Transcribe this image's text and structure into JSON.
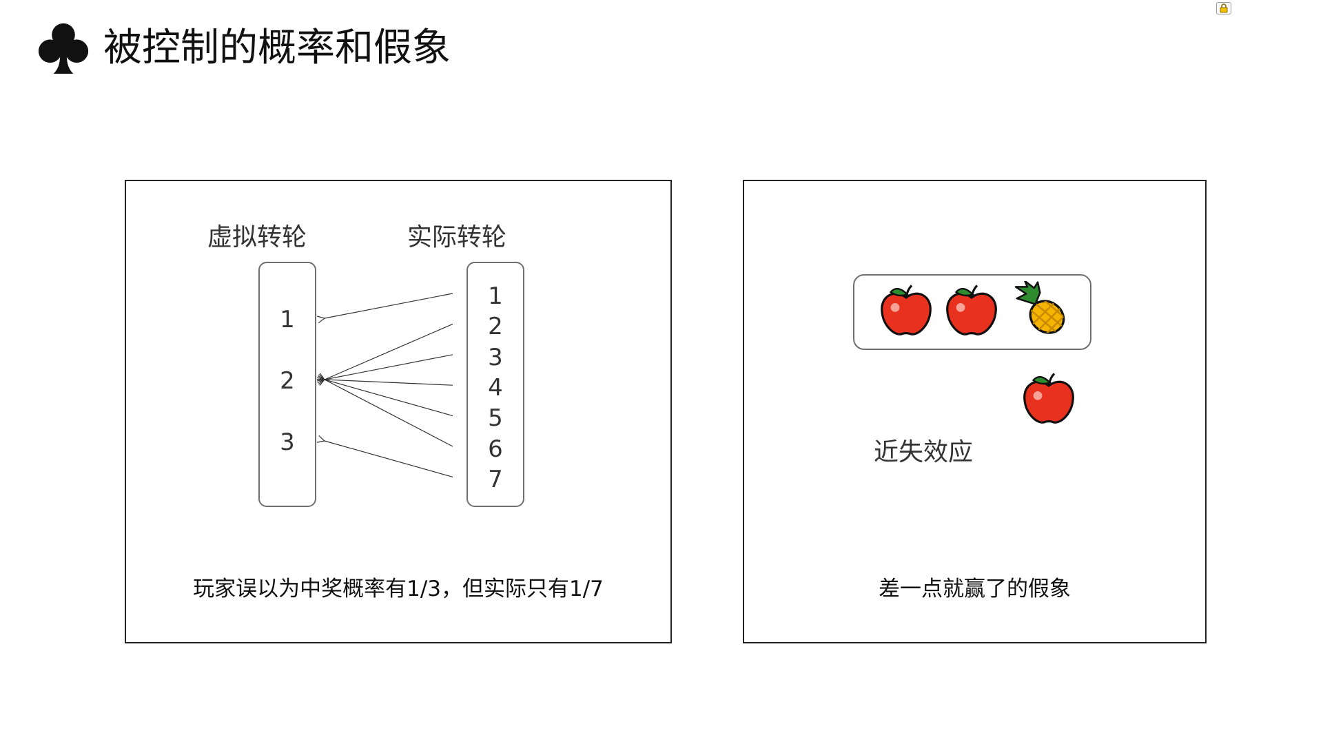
{
  "title": "被控制的概率和假象",
  "icons": {
    "header": "club-suit-icon",
    "corner": "lock-icon"
  },
  "left_panel": {
    "virtual_reel_label": "虚拟转轮",
    "actual_reel_label": "实际转轮",
    "virtual_reel_values": [
      "1",
      "2",
      "3"
    ],
    "actual_reel_values": [
      "1",
      "2",
      "3",
      "4",
      "5",
      "6",
      "7"
    ],
    "mapping": [
      {
        "from": "1",
        "to": "1"
      },
      {
        "from": "2",
        "to": "2"
      },
      {
        "from": "3",
        "to": "2"
      },
      {
        "from": "4",
        "to": "2"
      },
      {
        "from": "5",
        "to": "2"
      },
      {
        "from": "6",
        "to": "2"
      },
      {
        "from": "7",
        "to": "3"
      }
    ],
    "caption": "玩家误以为中奖概率有1/3，但实际只有1/7"
  },
  "right_panel": {
    "slot_symbols": [
      "apple",
      "apple",
      "pineapple"
    ],
    "near_symbol": "apple",
    "effect_label": "近失效应",
    "caption": "差一点就赢了的假象"
  },
  "colors": {
    "apple_red": "#e8311f",
    "leaf_green": "#2e8b2e",
    "pineapple_yellow": "#f5b400",
    "outline": "#111111"
  }
}
